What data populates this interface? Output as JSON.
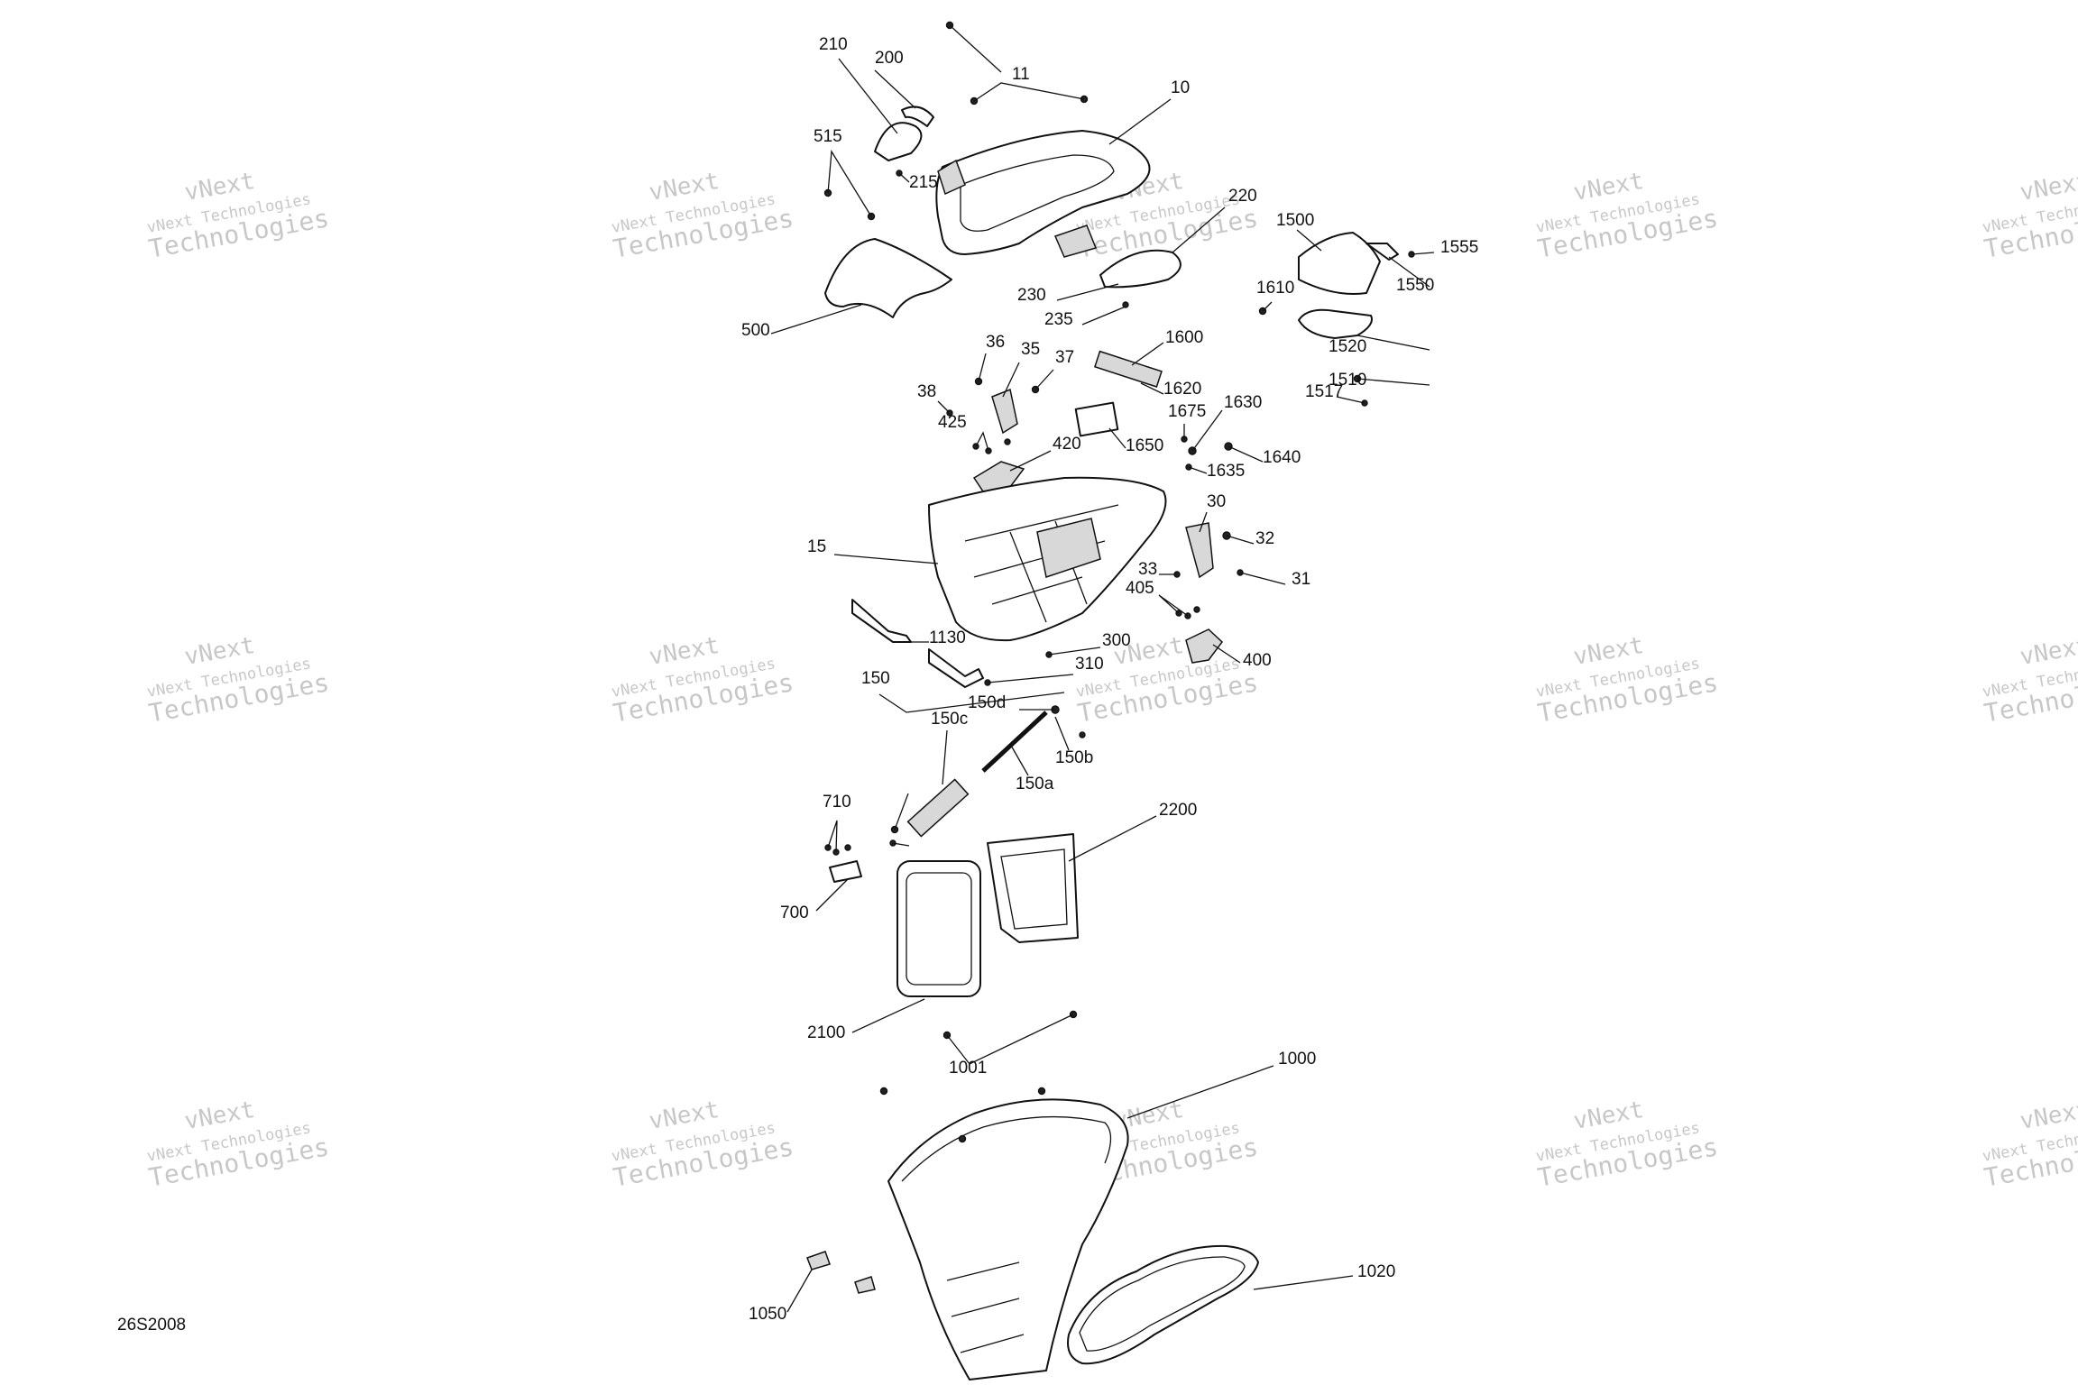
{
  "diagram": {
    "document_code": "26S2008",
    "watermark": {
      "line1": "vNext",
      "line2": "Technologies"
    },
    "callouts": [
      "10",
      "11",
      "15",
      "30",
      "31",
      "32",
      "33",
      "35",
      "36",
      "37",
      "38",
      "150",
      "150a",
      "150b",
      "150c",
      "150d",
      "200",
      "210",
      "215",
      "220",
      "230",
      "235",
      "300",
      "310",
      "400",
      "405",
      "420",
      "425",
      "500",
      "515",
      "700",
      "710",
      "1000",
      "1001",
      "1020",
      "1050",
      "1130",
      "1500",
      "1510",
      "1517",
      "1520",
      "1550",
      "1555",
      "1600",
      "1610",
      "1620",
      "1630",
      "1635",
      "1640",
      "1650",
      "1675",
      "2100",
      "2200"
    ]
  }
}
